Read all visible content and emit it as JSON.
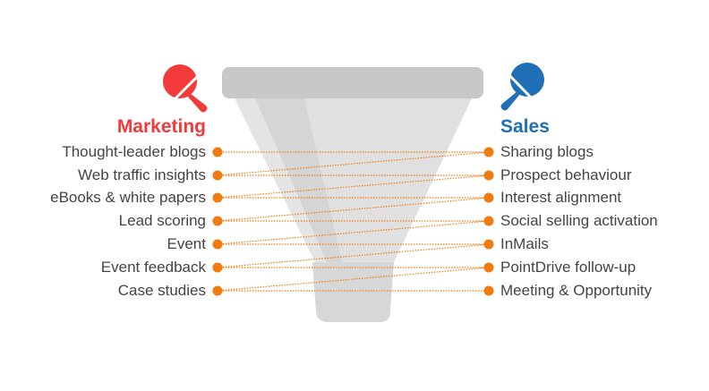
{
  "marketing": {
    "title": "Marketing",
    "color": "#f23a3a",
    "icon": "ping-pong-paddle-icon",
    "items": [
      "Thought-leader blogs",
      "Web traffic insights",
      "eBooks & white papers",
      "Lead scoring",
      "Event",
      "Event feedback",
      "Case studies"
    ]
  },
  "sales": {
    "title": "Sales",
    "color": "#1f6fb6",
    "icon": "ping-pong-paddle-icon",
    "items": [
      "Sharing blogs",
      "Prospect behaviour",
      "Interest alignment",
      "Social selling activation",
      "InMails",
      "PointDrive follow-up",
      "Meeting & Opportunity"
    ]
  },
  "connector_color": "#f07c10"
}
